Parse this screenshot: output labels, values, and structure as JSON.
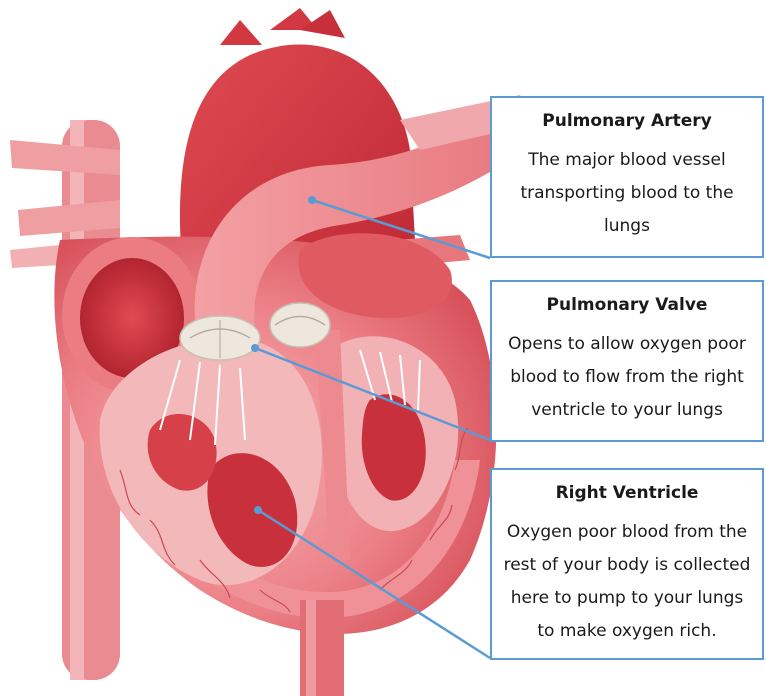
{
  "callouts": [
    {
      "title": "Pulmonary Artery",
      "body": [
        "The major blood vessel",
        "transporting blood to the",
        "lungs"
      ]
    },
    {
      "title": "Pulmonary Valve",
      "body": [
        "Opens to allow oxygen poor",
        "blood to flow from the right",
        "ventricle to your lungs"
      ]
    },
    {
      "title": "Right Ventricle",
      "body": [
        "Oxygen poor blood from the",
        "rest of your body is collected",
        "here to pump to your lungs",
        "to make oxygen rich."
      ]
    }
  ],
  "colors": {
    "callout_border": "#5b9bd5",
    "leader_line": "#5b9bd5",
    "heart_light": "#f4a3a6",
    "heart_mid": "#e8676d",
    "heart_dark": "#c9303a",
    "valve": "#f2ede6"
  }
}
